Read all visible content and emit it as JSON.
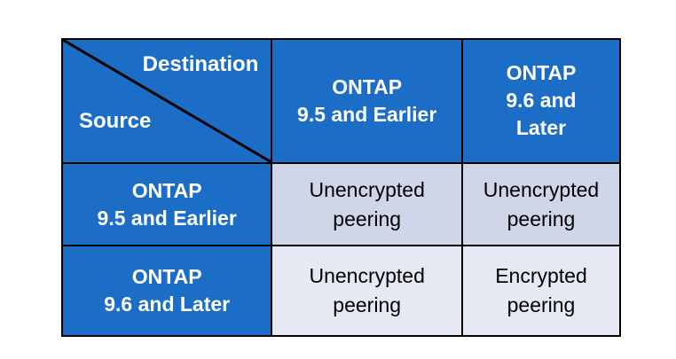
{
  "colors": {
    "page_bg": "#ffffff",
    "header_blue": "#1c6dc6",
    "header_text": "#ffffff",
    "body_text": "#000000",
    "border": "#000000",
    "row1_bg": "#cfd6e8",
    "row2_bg": "#e6e9f4"
  },
  "matrix": {
    "corner": {
      "destination": "Destination",
      "source": "Source"
    },
    "column_headers": [
      {
        "lines": [
          "ONTAP",
          "9.5 and Earlier"
        ]
      },
      {
        "lines": [
          "ONTAP",
          "9.6 and",
          "Later"
        ]
      }
    ],
    "rows": [
      {
        "header_lines": [
          "ONTAP",
          "9.5 and Earlier"
        ],
        "cells": [
          {
            "lines": [
              "Unencrypted",
              "peering"
            ]
          },
          {
            "lines": [
              "Unencrypted",
              "peering"
            ]
          }
        ]
      },
      {
        "header_lines": [
          "ONTAP",
          "9.6 and Later"
        ],
        "cells": [
          {
            "lines": [
              "Unencrypted",
              "peering"
            ]
          },
          {
            "lines": [
              "Encrypted",
              "peering"
            ]
          }
        ]
      }
    ]
  }
}
